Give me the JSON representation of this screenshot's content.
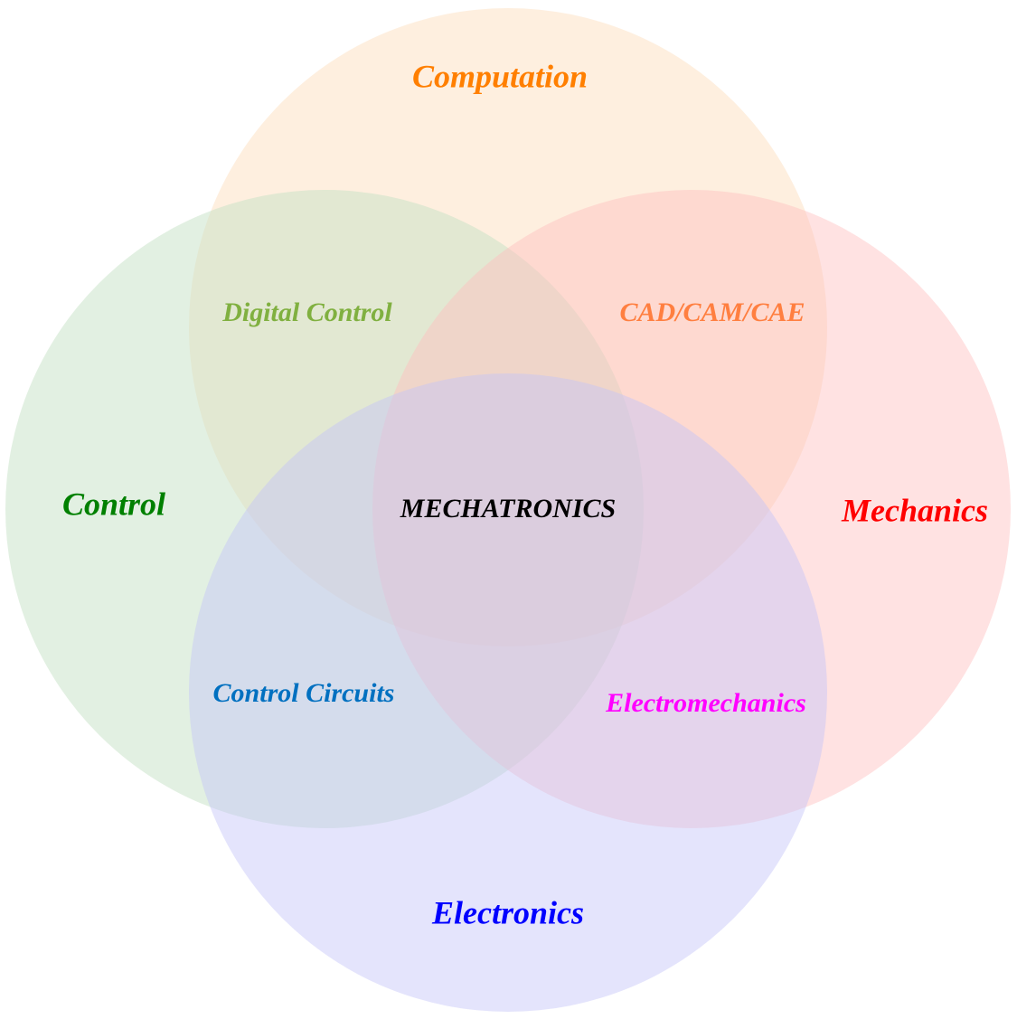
{
  "diagram": {
    "sets": [
      {
        "key": "computation",
        "label": "Computation",
        "color": "#ff7f00",
        "fill": "#fde0bf"
      },
      {
        "key": "control",
        "label": "Control",
        "color": "#008000",
        "fill": "#c6e1c6"
      },
      {
        "key": "mechanics",
        "label": "Mechanics",
        "color": "#ff0000",
        "fill": "#ffbfbf"
      },
      {
        "key": "electronics",
        "label": "Electronics",
        "color": "#0000ff",
        "fill": "#c4c4f8"
      }
    ],
    "intersections": [
      {
        "key": "control_computation",
        "label": "Digital Control",
        "color": "#80b040"
      },
      {
        "key": "computation_mechanics",
        "label": "CAD/CAM/CAE",
        "color": "#ff7f40"
      },
      {
        "key": "control_electronics",
        "label": "Control Circuits",
        "color": "#0070c0"
      },
      {
        "key": "mechanics_electronics",
        "label": "Electromechanics",
        "color": "#ff00ff"
      }
    ],
    "center": {
      "label": "MECHATRONICS",
      "color": "#000000"
    }
  }
}
